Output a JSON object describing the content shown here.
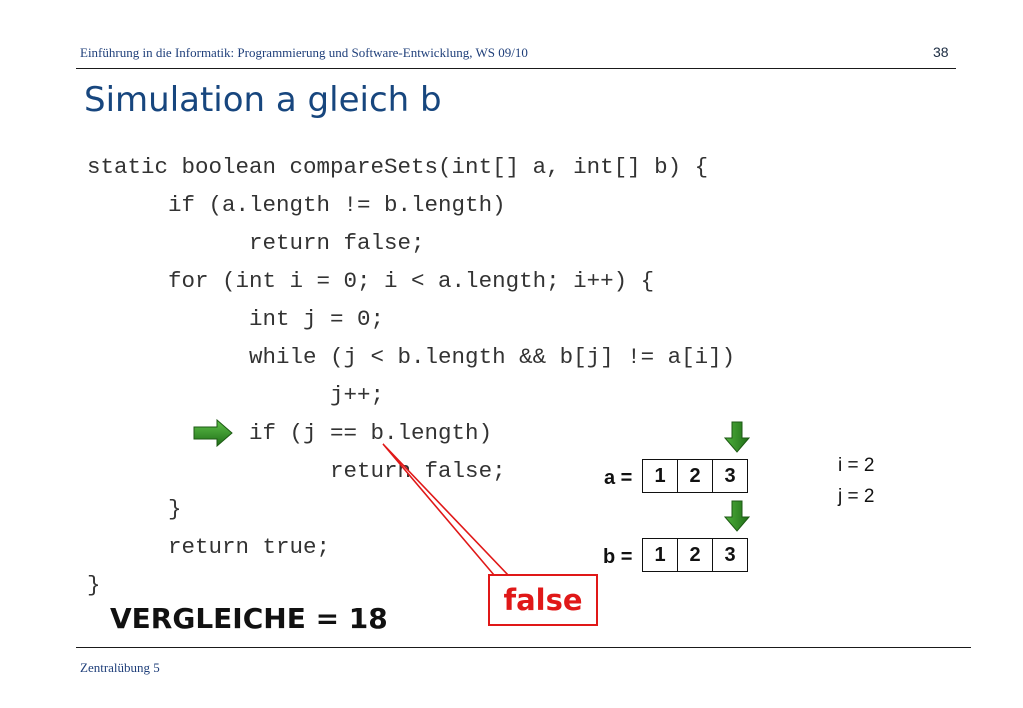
{
  "header": {
    "course": "Einführung in die Informatik: Programmierung und Software-Entwicklung, WS 09/10",
    "page_number": "38"
  },
  "title": "Simulation a gleich b",
  "code_lines": [
    "static boolean compareSets(int[] a, int[] b) {",
    "      if (a.length != b.length)",
    "            return false;",
    "      for (int i = 0; i < a.length; i++) {",
    "            int j = 0;",
    "            while (j < b.length && b[j] != a[i])",
    "                  j++;",
    "            if (j == b.length)",
    "                  return false;",
    "      }",
    "      return true;",
    "}"
  ],
  "callout": {
    "result": "false",
    "color": "#e01818"
  },
  "comparisons": "VERGLEICHE = 18",
  "arrays": {
    "a": {
      "label": "a =",
      "values": [
        "1",
        "2",
        "3"
      ],
      "pointer_index": 2
    },
    "b": {
      "label": "b =",
      "values": [
        "1",
        "2",
        "3"
      ],
      "pointer_index": 2
    }
  },
  "variables": {
    "i": "i = 2",
    "j": "j = 2"
  },
  "current_line_arrow": "right-arrow-icon",
  "colors": {
    "arrow_green": "#2e8b22",
    "title_blue": "#17467e"
  },
  "footer": "Zentralübung 5"
}
